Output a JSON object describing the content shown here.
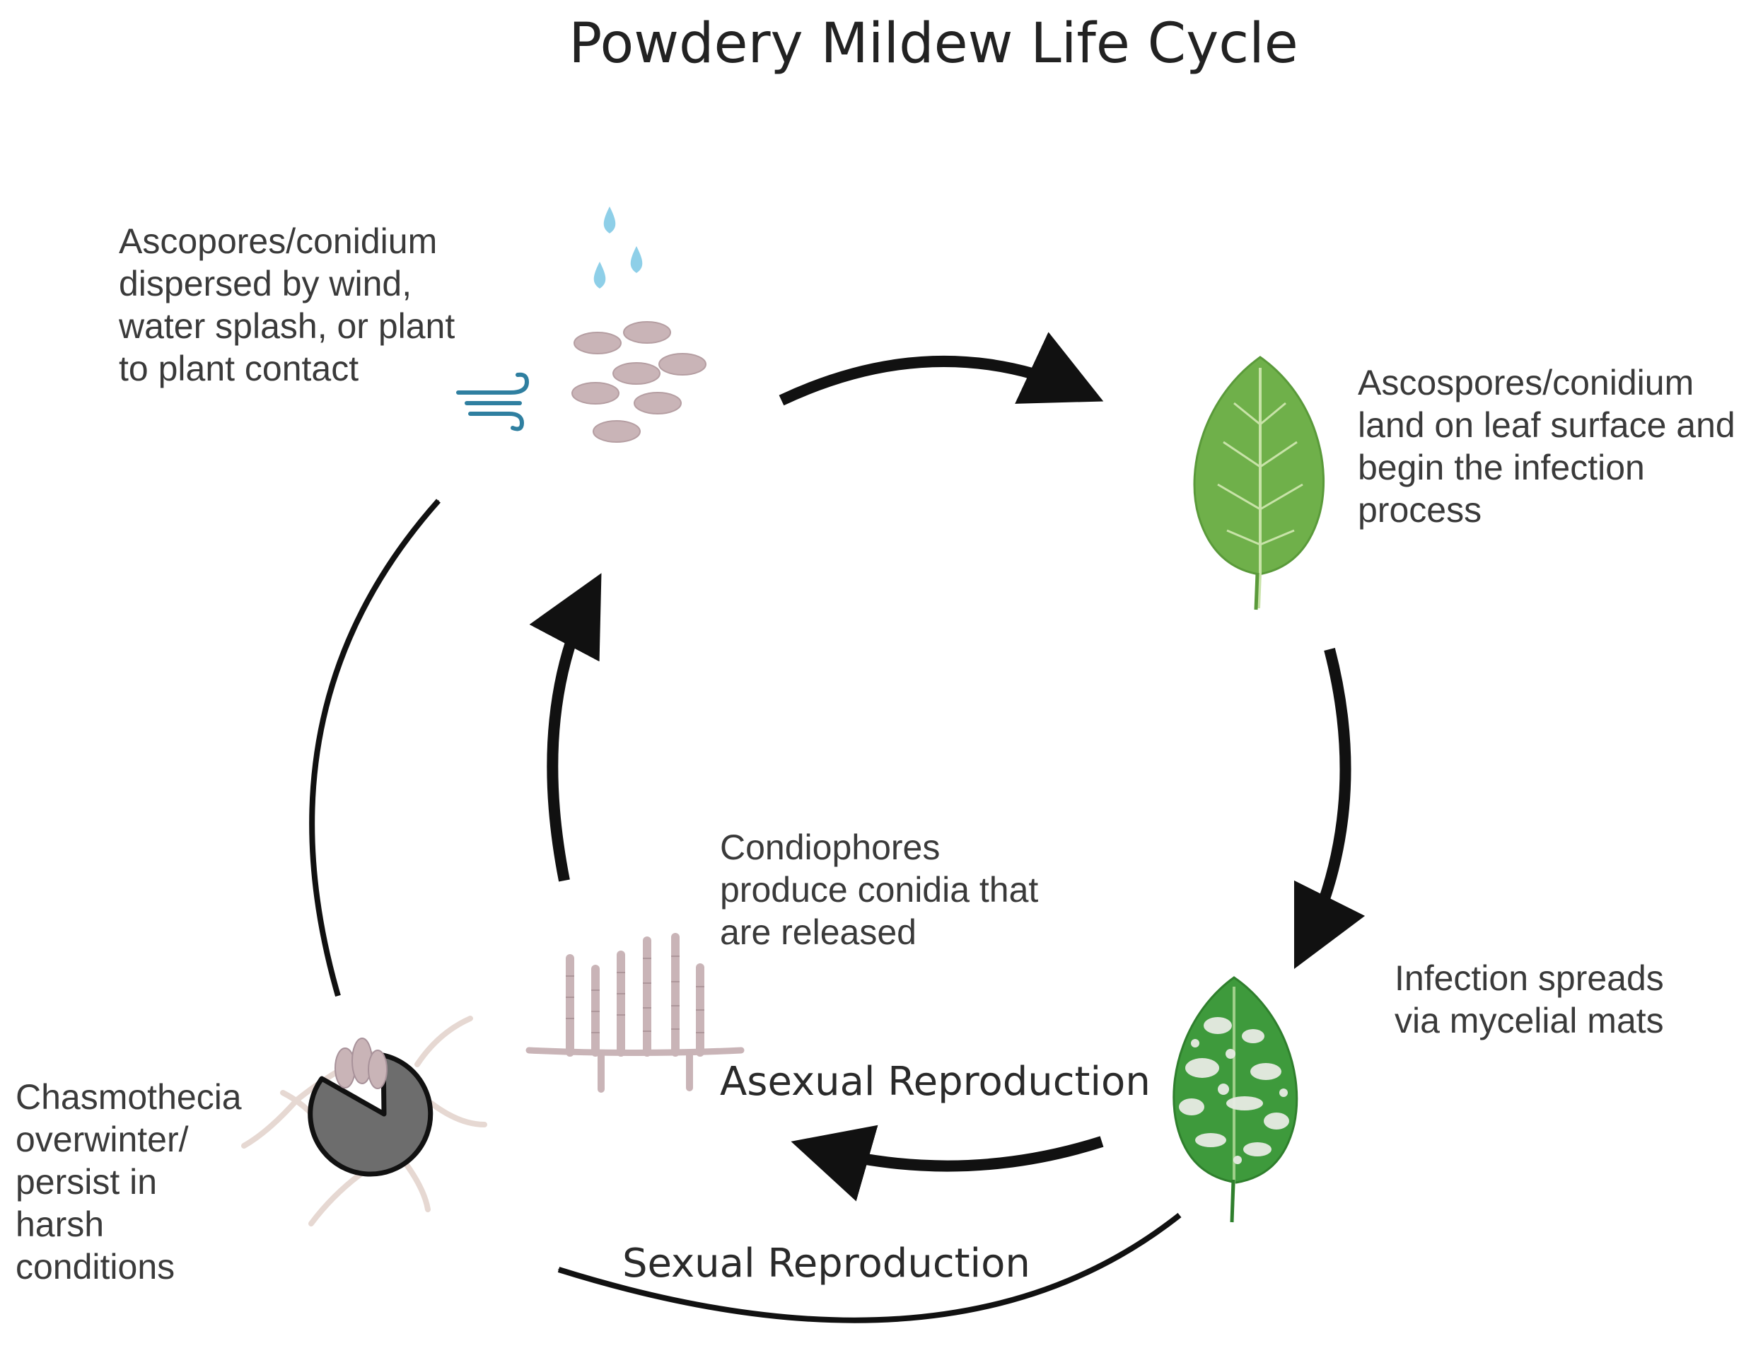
{
  "title": "Powdery Mildew Life Cycle",
  "stages": {
    "dispersal": {
      "lines": [
        "Ascopores/conidium",
        "dispersed by wind,",
        "water splash, or plant",
        "to plant contact"
      ],
      "icons": [
        "water-drop-icon",
        "wind-icon",
        "spores-icon"
      ]
    },
    "landing": {
      "lines": [
        "Ascospores/conidium",
        "land on leaf surface and",
        "begin the infection",
        "process"
      ],
      "icons": [
        "healthy-leaf-icon"
      ]
    },
    "spread": {
      "lines": [
        "Infection spreads",
        "via mycelial mats"
      ],
      "icons": [
        "infected-leaf-icon"
      ]
    },
    "conidiophores": {
      "lines": [
        "Condiophores",
        "produce conidia that",
        "are released"
      ],
      "icons": [
        "conidiophore-icon"
      ]
    },
    "chasmothecia": {
      "lines": [
        "Chasmothecia",
        "overwinter/",
        "persist in",
        "harsh",
        "conditions"
      ],
      "icons": [
        "chasmothecium-icon"
      ]
    }
  },
  "cycle_labels": {
    "asexual": "Asexual Reproduction",
    "sexual": "Sexual Reproduction"
  },
  "colors": {
    "arrow": "#111111",
    "leaf_green": "#6fb04a",
    "infected_leaf_green": "#3e9a3c",
    "spore": "#c9b4b7",
    "water": "#8ecfe8",
    "wind": "#2f7fa0",
    "chasmothecium": "#6d6d6d"
  }
}
